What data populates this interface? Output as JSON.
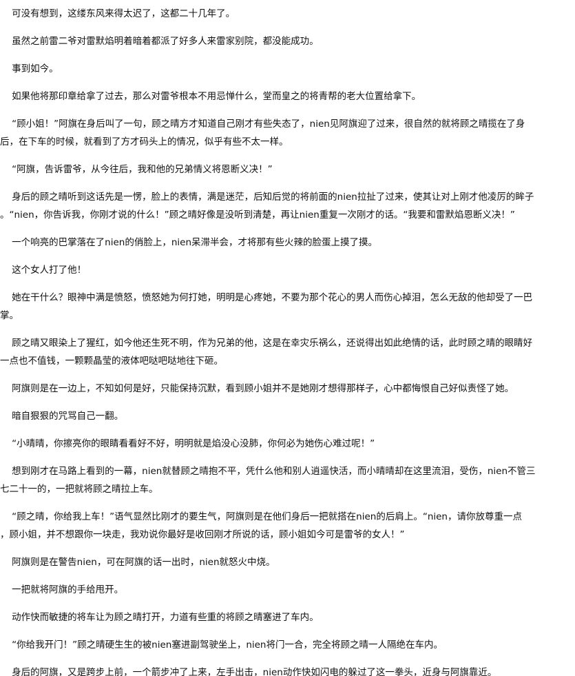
{
  "paragraphs": [
    {
      "lines": [
        "    可没有想到，这缕东风来得太迟了，这都二十几年了。"
      ]
    },
    {
      "lines": [
        "    虽然之前雷二爷对雷默焰明着暗着都派了好多人来雷家别院，都没能成功。"
      ]
    },
    {
      "lines": [
        "    事到如今。"
      ]
    },
    {
      "lines": [
        "    如果他将那印章给拿了过去，那么对雷爷根本不用忌惮什么，堂而皇之的将青帮的老大位置给拿下。"
      ]
    },
    {
      "lines": [
        "    “顾小姐！”阿旗在身后叫了一句，顾之晴方才知道自己刚才有些失态了，nien见阿旗迎了过来，很自然的就将顾之晴揽在了身",
        "后，在下车的时候，就看到了方才码头上的情况，似乎有些不太一样。"
      ]
    },
    {
      "lines": [
        "    “阿旗，告诉雷爷，从今往后，我和他的兄弟情义将恩断义决！”"
      ]
    },
    {
      "lines": [
        "    身后的顾之晴听到这话先是一愣，脸上的表情，满是迷茫，后知后觉的将前面的nien拉扯了过来，使其让对上刚才他凌厉的眸子",
        "。“nien，你告诉我，你刚才说的什么！”顾之晴好像是没听到清楚，再让nien重复一次刚才的话。“我要和雷默焰恩断义决！”"
      ]
    },
    {
      "lines": [
        "    一个响亮的巴掌落在了nien的俏脸上，nien呆滞半会，才将那有些火辣的脸蛋上摸了摸。"
      ]
    },
    {
      "lines": [
        "    这个女人打了他！"
      ]
    },
    {
      "lines": [
        "    她在干什么？眼神中满是愤怒，愤怒她为何打她，明明是心疼她，不要为那个花心的男人而伤心掉泪，怎么无敌的他却受了一巴",
        "掌。"
      ]
    },
    {
      "lines": [
        "    顾之晴又眼染上了猩红，如今他还生死不明，作为兄弟的他，这是在幸灾乐祸么，还说得出如此绝情的话，此时顾之晴的眼睛好",
        "一点也不值钱，一颗颗晶莹的液体吧哒吧哒地往下砸。"
      ]
    },
    {
      "lines": [
        "    阿旗则是在一边上，不知如何是好，只能保持沉默，看到顾小姐并不是她刚才想得那样子，心中都悔恨自己好似责怪了她。"
      ]
    },
    {
      "lines": [
        "    暗自狠狠的咒骂自己一翻。"
      ]
    },
    {
      "lines": [
        "    “小晴晴，你擦亮你的眼睛看看好不好，明明就是焰没心没肺，你何必为她伤心难过呢！”"
      ]
    },
    {
      "lines": [
        "    想到刚才在马路上看到的一幕，nien就替顾之晴抱不平，凭什么他和别人逍遥快活，而小晴晴却在这里流泪，受伤，nien不管三",
        "七二十一的，一把就将顾之晴拉上车。"
      ]
    },
    {
      "lines": [
        "    “顾之晴，你给我上车！”语气显然比刚才的要生气，阿旗则是在他们身后一把就搭在nien的后肩上。“nien，请你放尊重一点",
        "，顾小姐，并不想跟你一块走，我劝说你最好是收回刚才所说的话，顾小姐如今可是雷爷的女人！”"
      ]
    },
    {
      "lines": [
        "    阿旗则是在警告nien，可在阿旗的话一出时，nien就怒火中烧。"
      ]
    },
    {
      "lines": [
        "    一把就将阿旗的手给甩开。"
      ]
    },
    {
      "lines": [
        "    动作快而敏捷的将车让为顾之晴打开，力道有些重的将顾之晴塞进了车内。"
      ]
    },
    {
      "lines": [
        "    “你给我开门！”顾之晴硬生生的被nien塞进副驾驶坐上，nien将门一合，完全将顾之晴一人隔绝在车内。"
      ]
    },
    {
      "lines": [
        "    身后的阿旗，又是跨步上前，一个箭步冲了上来，左手出击，nien动作快如闪电的躲过了这一拳头，近身与阿旗靠近。"
      ]
    }
  ]
}
